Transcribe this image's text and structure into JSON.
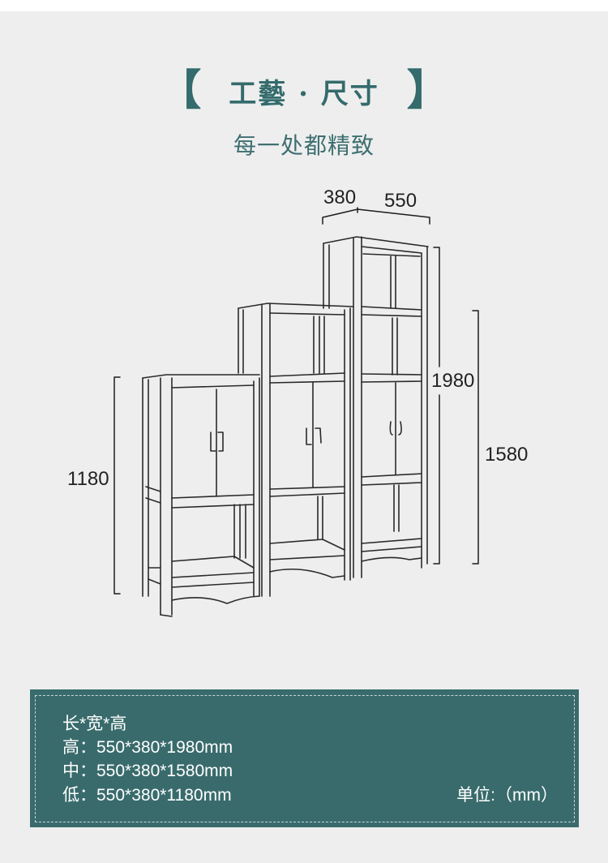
{
  "header": {
    "bracket_left": "【",
    "title": "工藝 · 尺寸",
    "bracket_right": "】",
    "subtitle": "每一处都精致"
  },
  "dimensions": {
    "depth": "380",
    "width": "550",
    "height_low": "1180",
    "height_tall": "1980",
    "height_mid": "1580"
  },
  "spec": {
    "heading": "长*宽*高",
    "rows": [
      {
        "label": "高",
        "value": "高：550*380*1980mm"
      },
      {
        "label": "中",
        "value": "中：550*380*1580mm"
      },
      {
        "label": "低",
        "value": "低：550*380*1180mm"
      }
    ],
    "unit": "单位:（mm）"
  },
  "colors": {
    "background": "#eeeeee",
    "accent": "#396b6c",
    "title": "#346b6c",
    "line": "#222222"
  }
}
